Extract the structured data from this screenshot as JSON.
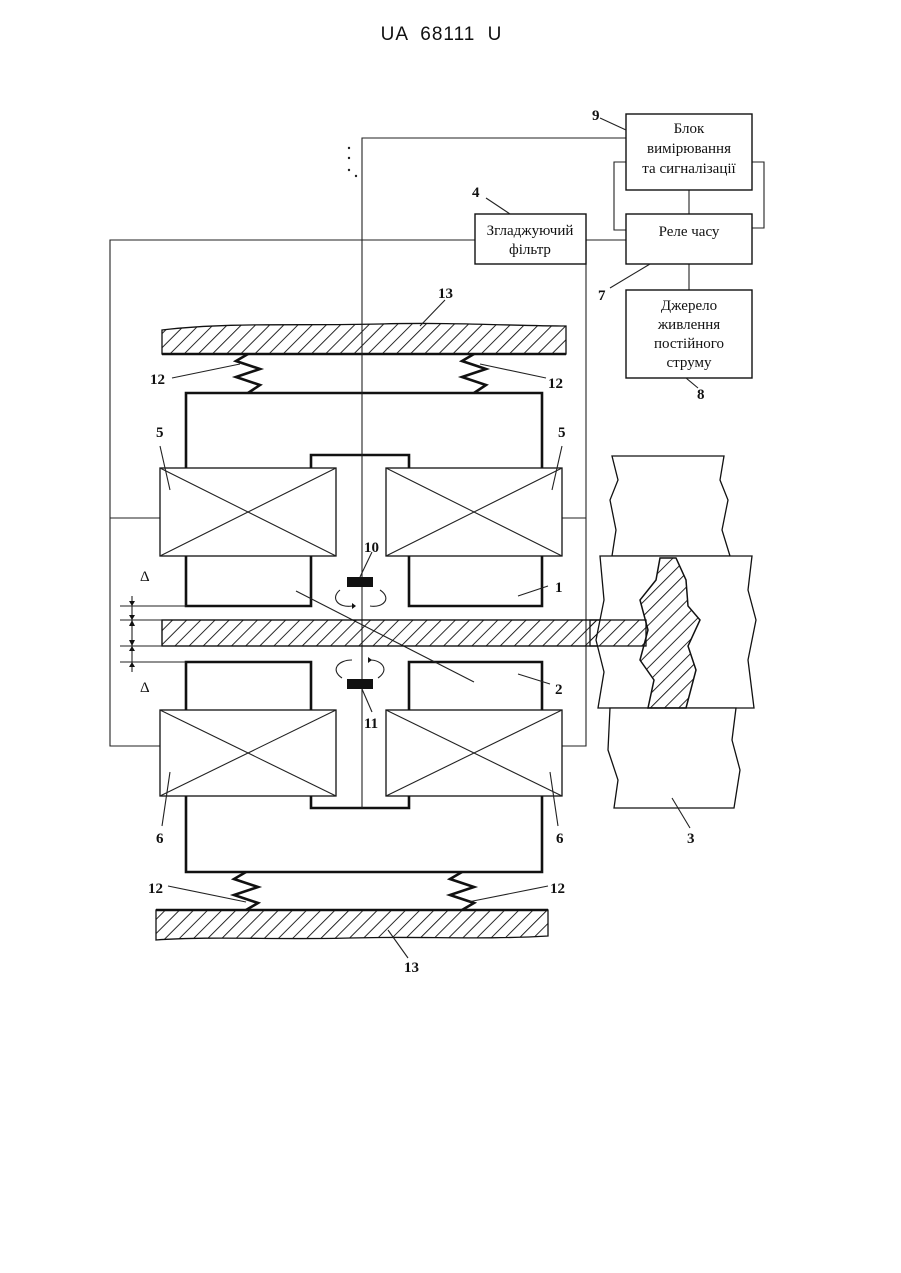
{
  "header": {
    "doc_code": "UA  68111  U"
  },
  "blocks": {
    "measure": {
      "line1": "Блок",
      "line2": "вимірювання",
      "line3": "та сигналізації",
      "ref": "9"
    },
    "filter": {
      "line1": "Згладжуючий",
      "line2": "фільтр",
      "ref": "4"
    },
    "relay": {
      "line1": "Реле часу",
      "ref": "7"
    },
    "power": {
      "line1": "Джерело",
      "line2": "живлення",
      "line3": "постійного",
      "line4": "струму",
      "ref": "8"
    }
  },
  "refs": {
    "base_top": "13",
    "base_bottom": "13",
    "spring_tl": "12",
    "spring_tr": "12",
    "spring_bl": "12",
    "spring_br": "12",
    "coil_tl": "5",
    "coil_tr": "5",
    "coil_bl": "6",
    "coil_br": "6",
    "core_upper": "1",
    "core_lower": "2",
    "wall": "3",
    "sensor_top": "10",
    "sensor_bottom": "11",
    "gap_top": "Δ",
    "gap_bottom": "Δ"
  }
}
